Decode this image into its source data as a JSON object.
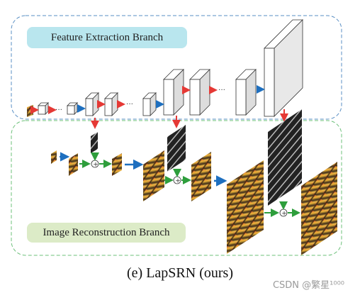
{
  "diagram": {
    "feature_branch_label": "Feature Extraction Branch",
    "reconstruction_branch_label": "Image Reconstruction Branch",
    "caption": "(e) LapSRN (ours)",
    "ellipsis": "···",
    "plus_symbol": "+"
  },
  "watermark": "CSDN @繁星¹⁰⁰⁰",
  "colors": {
    "feature_box_border": "#5a8fc4",
    "recon_box_border": "#6cc07a",
    "arrow_red": "#e53935",
    "arrow_blue": "#1e6fbf",
    "arrow_green": "#2e9e3c"
  }
}
